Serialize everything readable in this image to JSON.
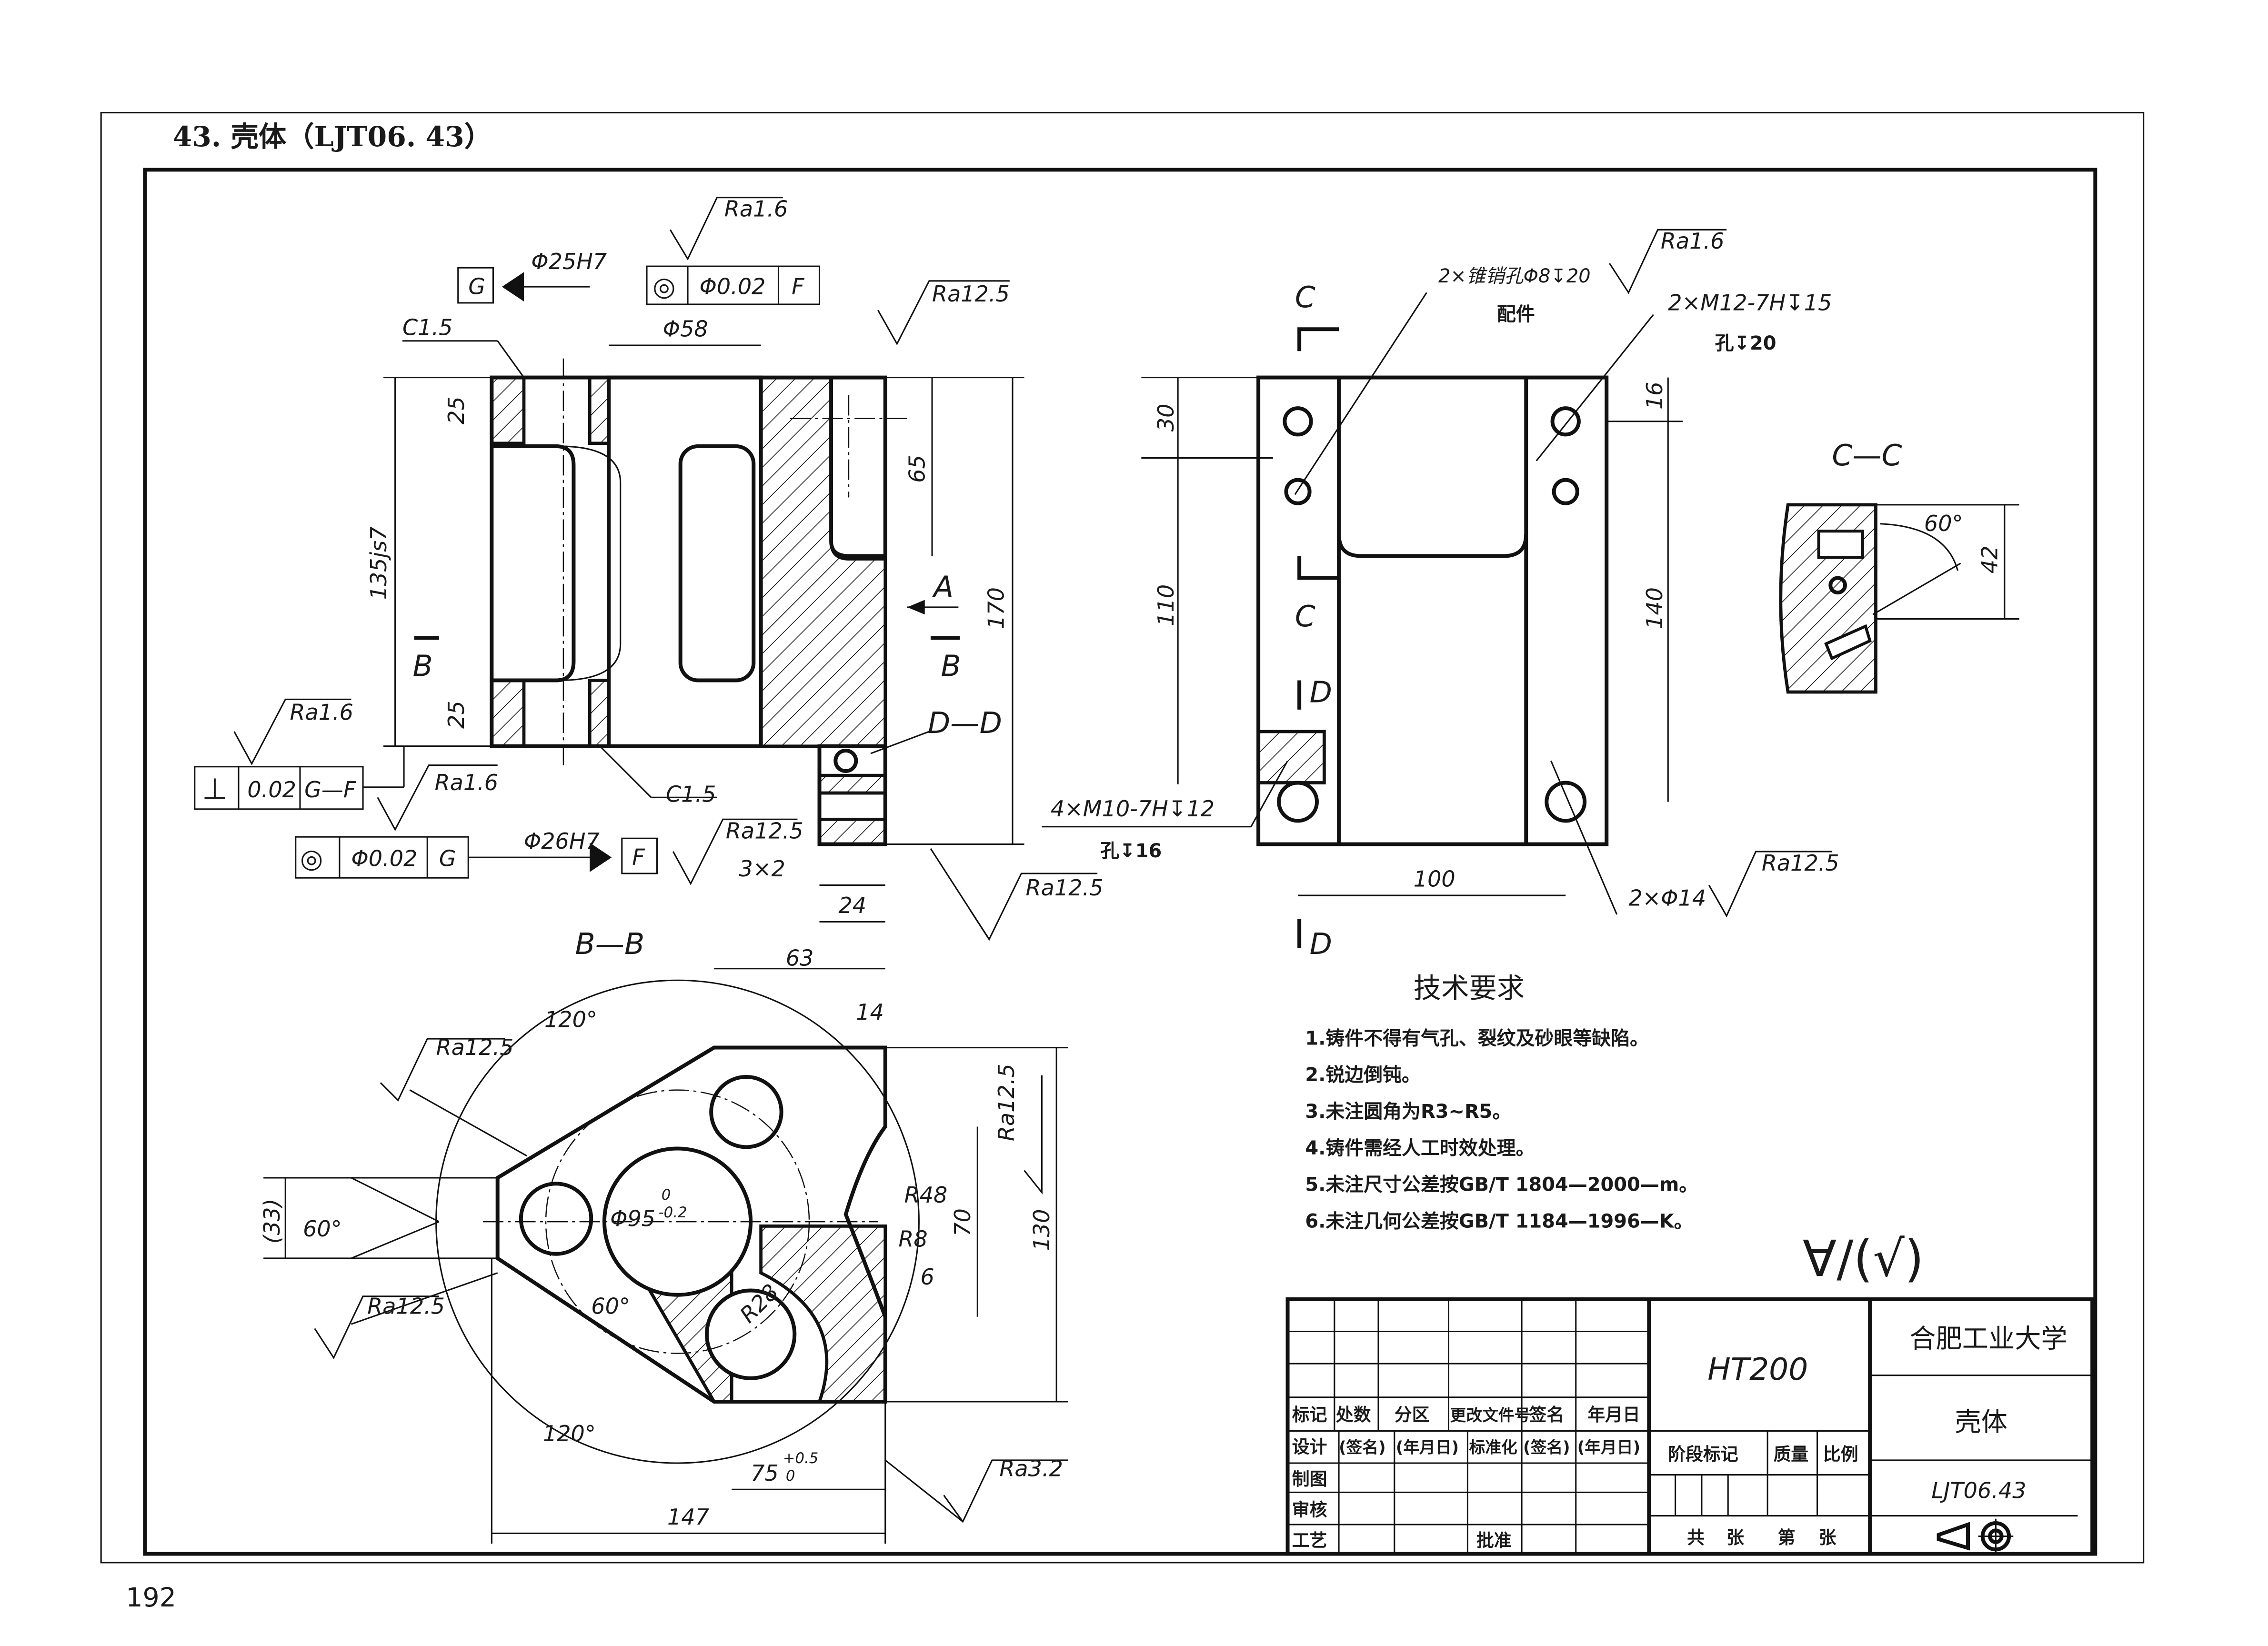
{
  "header": {
    "title": "43. 壳体（LJT06. 43）",
    "page_number": "192"
  },
  "front_view": {
    "ra_top": "Ra1.6",
    "dia_25": "Φ25H7",
    "datum_g": "G",
    "fcf_top": {
      "symbol": "◎",
      "value": "Φ0.02",
      "datum": "F"
    },
    "ra_right_top": "Ra12.5",
    "chamfer_top": "C1.5",
    "dia_58": "Φ58",
    "dim_25_top": "25",
    "dim_135": "135js7",
    "dim_65": "65",
    "view_a": "A",
    "section_b_left": "B",
    "section_b_right": "B",
    "dim_170": "170",
    "dim_25_bottom": "25",
    "ra_left": "Ra1.6",
    "fcf_perp": {
      "symbol": "⊥",
      "value": "0.02",
      "datum": "G—F"
    },
    "section_dd": "D—D",
    "ra_bottom_left": "Ra1.6",
    "chamfer_bottom": "C1.5",
    "fcf_bottom": {
      "symbol": "◎",
      "value": "Φ0.02",
      "datum": "G"
    },
    "dia_26": "Φ26H7",
    "datum_f": "F",
    "ra_groove": "Ra12.5",
    "groove": "3×2",
    "dim_24": "24",
    "ra_bottom_right": "Ra12.5"
  },
  "side_view": {
    "ra_top": "Ra1.6",
    "pin_hole": "2×锥销孔Φ8↧20",
    "pin_note": "配件",
    "thread_top": "2×M12-7H↧15",
    "thread_note": "孔↧20",
    "sec_c_top": "C",
    "sec_c_bottom": "C",
    "dim_30": "30",
    "dim_16": "16",
    "dim_110": "110",
    "dim_140": "140",
    "sec_d_top": "D",
    "sec_d_bottom": "D",
    "thread_bottom": "4×M10-7H↧12",
    "thread_bottom_note": "孔↧16",
    "dim_100": "100",
    "holes_14": "2×Φ14",
    "ra_holes": "Ra12.5"
  },
  "section_cc": {
    "label": "C—C",
    "angle": "60°",
    "dim_42": "42"
  },
  "section_bb": {
    "label": "B—B",
    "dim_63": "63",
    "dim_14": "14",
    "angle_120_top": "120°",
    "ra_top_left": "Ra12.5",
    "ra_right": "Ra12.5",
    "r48": "R48",
    "dia_95": "Φ95",
    "tol_95_upper": "0",
    "tol_95_lower": "-0.2",
    "dim_33": "(33)",
    "angle_60_left": "60°",
    "r8": "R8",
    "dim_70": "70",
    "dim_130": "130",
    "dim_6": "6",
    "ra_bottom_left": "Ra12.5",
    "r28": "R28",
    "angle_60_center": "60°",
    "angle_120_bottom": "120°",
    "dim_75": "75",
    "tol_75_upper": "+0.5",
    "tol_75_lower": "0",
    "ra_bottom_right": "Ra3.2",
    "dim_147": "147"
  },
  "tech_requirements": {
    "title": "技术要求",
    "items": [
      "1.铸件不得有气孔、裂纹及砂眼等缺陷。",
      "2.锐边倒钝。",
      "3.未注圆角为R3~R5。",
      "4.铸件需经人工时效处理。",
      "5.未注尺寸公差按GB/T 1804—2000—m。",
      "6.未注几何公差按GB/T 1184—1996—K。"
    ],
    "general_roughness": "∀/(√)"
  },
  "title_block": {
    "material": "HT200",
    "school": "合肥工业大学",
    "part_name": "壳体",
    "drawing_no": "LJT06.43",
    "row_headers": [
      "标记",
      "处数",
      "分区",
      "更改文件号",
      "签名",
      "年月日"
    ],
    "design_row": [
      "设计",
      "(签名)",
      "(年月日)",
      "标准化",
      "(签名)",
      "(年月日)"
    ],
    "drawn": "制图",
    "checked": "审核",
    "process": "工艺",
    "approved": "批准",
    "stage": "阶段标记",
    "mass": "质量",
    "scale": "比例",
    "sheets_total": "共",
    "sheets_unit1": "张",
    "sheet_no": "第",
    "sheets_unit2": "张"
  }
}
